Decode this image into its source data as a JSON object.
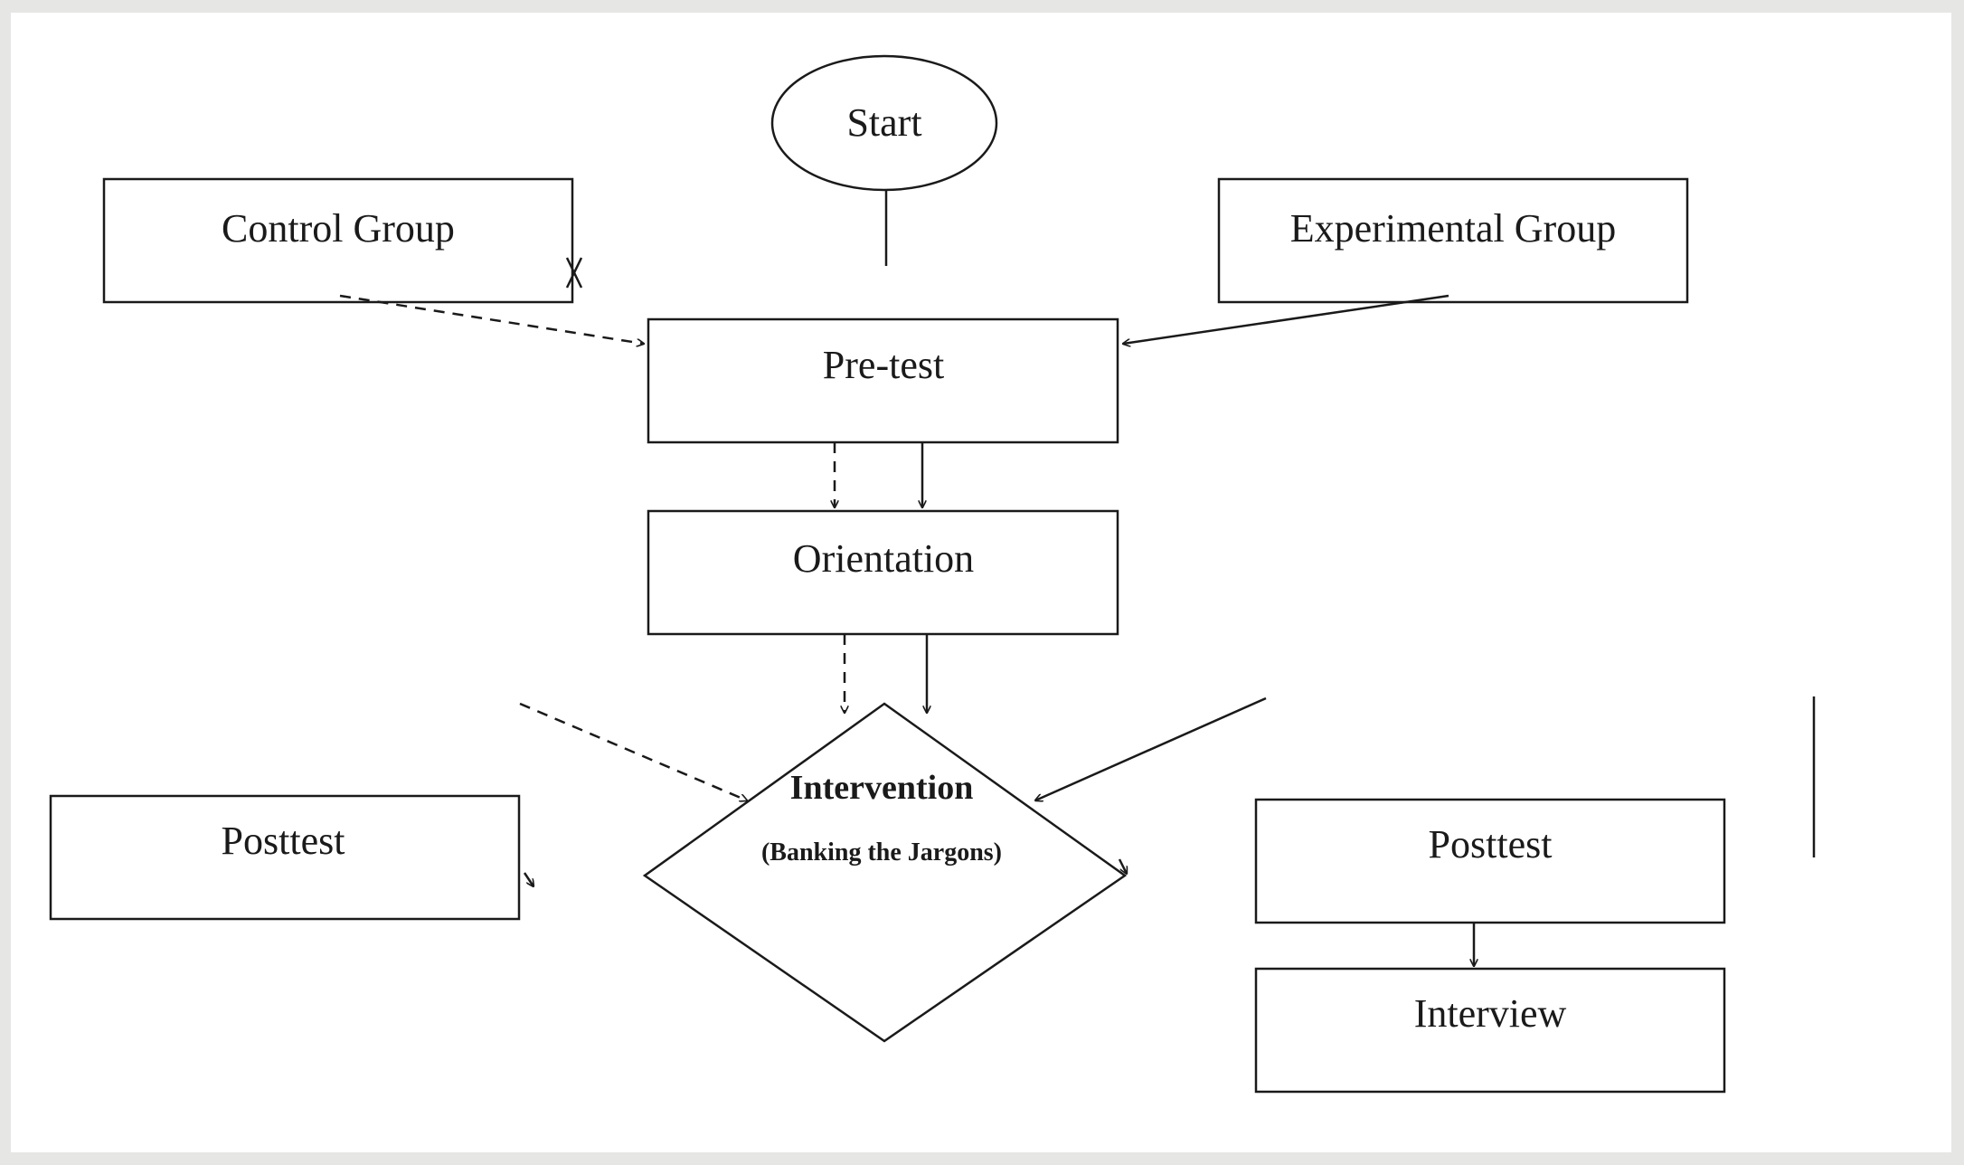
{
  "diagram": {
    "start": "Start",
    "control_group": "Control Group",
    "experimental_group": "Experimental Group",
    "pretest": "Pre-test",
    "orientation": "Orientation",
    "intervention_title": "Intervention",
    "intervention_subtitle": "(Banking the Jargons)",
    "posttest_left": "Posttest",
    "posttest_right": "Posttest",
    "interview": "Interview"
  },
  "colors": {
    "background": "#e6e6e4",
    "paper": "#ffffff",
    "stroke": "#1a1a1a"
  }
}
